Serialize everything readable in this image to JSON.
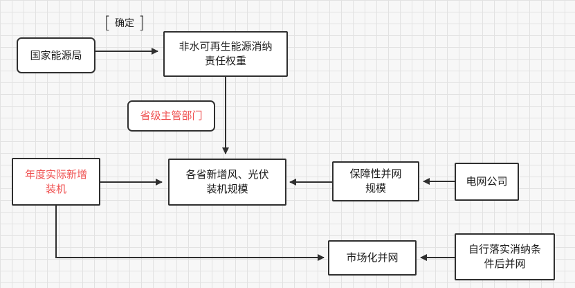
{
  "bracket_label": "确定",
  "nodes": {
    "nea": "国家能源局",
    "quota": "非水可再生能源消纳\n责任权重",
    "province_dept": "省级主管部门",
    "annual_install": "年度实际新增\n装机",
    "new_scale": "各省新增风、光伏\n装机规模",
    "guarantee": "保障性并网\n规模",
    "grid_company": "电网公司",
    "market": "市场化并网",
    "self_absorb": "自行落实消纳条\n件后并网"
  },
  "colors": {
    "highlight_text": "#ef4f4f",
    "border": "#2f2f2f",
    "arrow": "#2f2f2f"
  }
}
